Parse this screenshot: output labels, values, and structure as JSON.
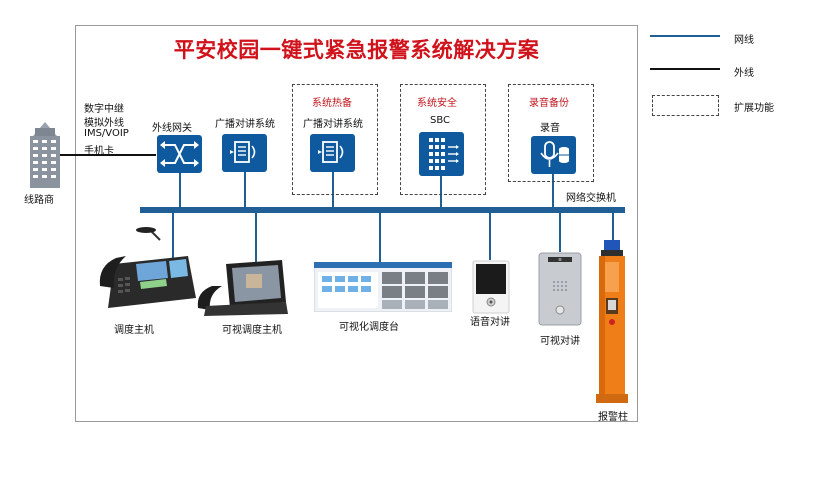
{
  "title": "平安校园一键式紧急报警系统解决方案",
  "legend": {
    "network_line": "网线",
    "outside_line": "外线",
    "extension": "扩展功能"
  },
  "carrier": {
    "label": "线路商",
    "trunk_lines": [
      "数字中继",
      "模拟外线",
      "IMS/VOIP",
      "手机卡"
    ]
  },
  "components": {
    "gateway": "外线网关",
    "broadcast": "广播对讲系统",
    "hot_standby_group": "系统热备",
    "hot_standby_item": "广播对讲系统",
    "security_group": "系统安全",
    "security_item": "SBC",
    "recording_group": "录音备份",
    "recording_item": "录音",
    "switch": "网络交换机"
  },
  "devices": {
    "dispatch": "调度主机",
    "video_dispatch": "可视调度主机",
    "console": "可视化调度台",
    "voice_intercom": "语音对讲",
    "video_intercom": "可视对讲",
    "alarm_post": "报警柱"
  },
  "colors": {
    "title_red": "#d0121b",
    "network_blue": "#1f5f95",
    "icon_blue": "#0f5a9e",
    "alarm_orange": "#ef7d18"
  }
}
